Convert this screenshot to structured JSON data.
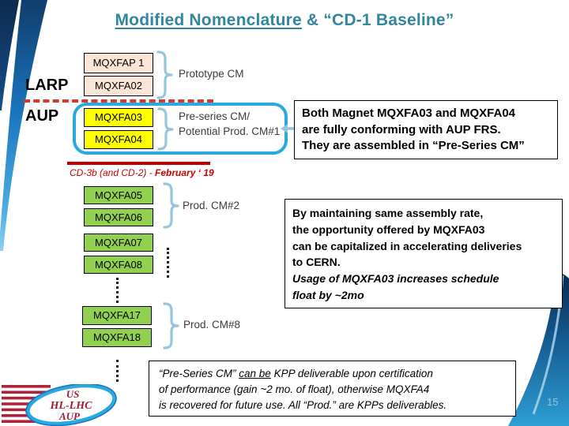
{
  "title": {
    "underlined_part": "Modified Nomenclature",
    "plain_part": " & “CD-1 Baseline”"
  },
  "labels": {
    "larp": "LARP",
    "aup": "AUP"
  },
  "groups": {
    "prototype": {
      "box1": "MQXFAP 1",
      "box2": "MQXFA02",
      "label": "Prototype CM"
    },
    "preseries": {
      "box1": "MQXFA03",
      "box2": "MQXFA04",
      "label_line1": "Pre-series CM/",
      "label_line2": "Potential Prod. CM#1"
    },
    "prod2": {
      "box1": "MQXFA05",
      "box2": "MQXFA06",
      "label": "Prod. CM#2"
    },
    "middle": {
      "box1": "MQXFA07",
      "box2": "MQXFA08"
    },
    "prod8": {
      "box1": "MQXFA17",
      "box2": "MQXFA18",
      "label": "Prod. CM#8"
    }
  },
  "milestone": {
    "prefix": "CD-3b (and CD-2)  - ",
    "date": "February ‘ 19"
  },
  "callout_conforming": {
    "line1": "Both Magnet MQXFA03 and MQXFA04",
    "line2": "are fully conforming with AUP FRS.",
    "line3": "They are assembled in “Pre-Series CM”"
  },
  "callout_assembly": {
    "line1": "By maintaining same assembly rate,",
    "line2": "the opportunity offered by MQXFA03",
    "line3": "can be capitalized in accelerating deliveries",
    "line4": "to CERN.",
    "line5_italic": "Usage of MQXFA03 increases schedule",
    "line6_italic": "float by ~2mo"
  },
  "footer_note": {
    "l1_pre": "“Pre-Series CM” ",
    "l1_underline": "can be",
    "l1_post": " KPP deliverable upon certification",
    "l2": "of performance (gain ~2 mo. of float), otherwise MQXFA4",
    "l3": "is recovered for future use. All “Prod.” are KPPs deliverables."
  },
  "logo": {
    "line1": "US",
    "line2": "HL-LHC",
    "line3": "AUP"
  },
  "page_number": "15",
  "colors": {
    "title_teal": "#31859C",
    "prototype_box_fill": "#FBE5D6",
    "preseries_box_fill": "#FFFF00",
    "prod_box_fill": "#92D04F",
    "highlight_border_blue": "#29A9DF",
    "bracket_blue": "#95C6DB",
    "red_line": "#C00000",
    "dashed_red": "#D23B2B",
    "milestone_red": "#CC0000",
    "page_number_blue": "#9CC3E0",
    "swoosh_dark": "#0D2B50",
    "swoosh_light": "#56B6E8"
  }
}
